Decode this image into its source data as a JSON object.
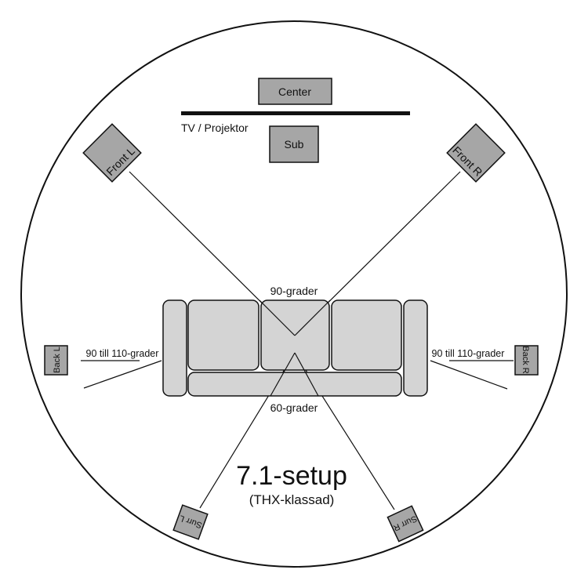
{
  "title": "7.1-setup",
  "subtitle": "(THX-klassad)",
  "screen_label": "TV / Projektor",
  "speakers": {
    "center": "Center",
    "sub": "Sub",
    "front_l": "Front L",
    "front_r": "Front R",
    "back_l": "Back L",
    "back_r": "Back R",
    "surr_l": "Surr L",
    "surr_r": "Surr R"
  },
  "angles": {
    "front": "90-grader",
    "surround": "60-grader",
    "back_left": "90 till 110-grader",
    "back_right": "90 till 110-grader"
  },
  "colors": {
    "speaker": "#a6a6a6",
    "sofa": "#d4d4d4"
  }
}
